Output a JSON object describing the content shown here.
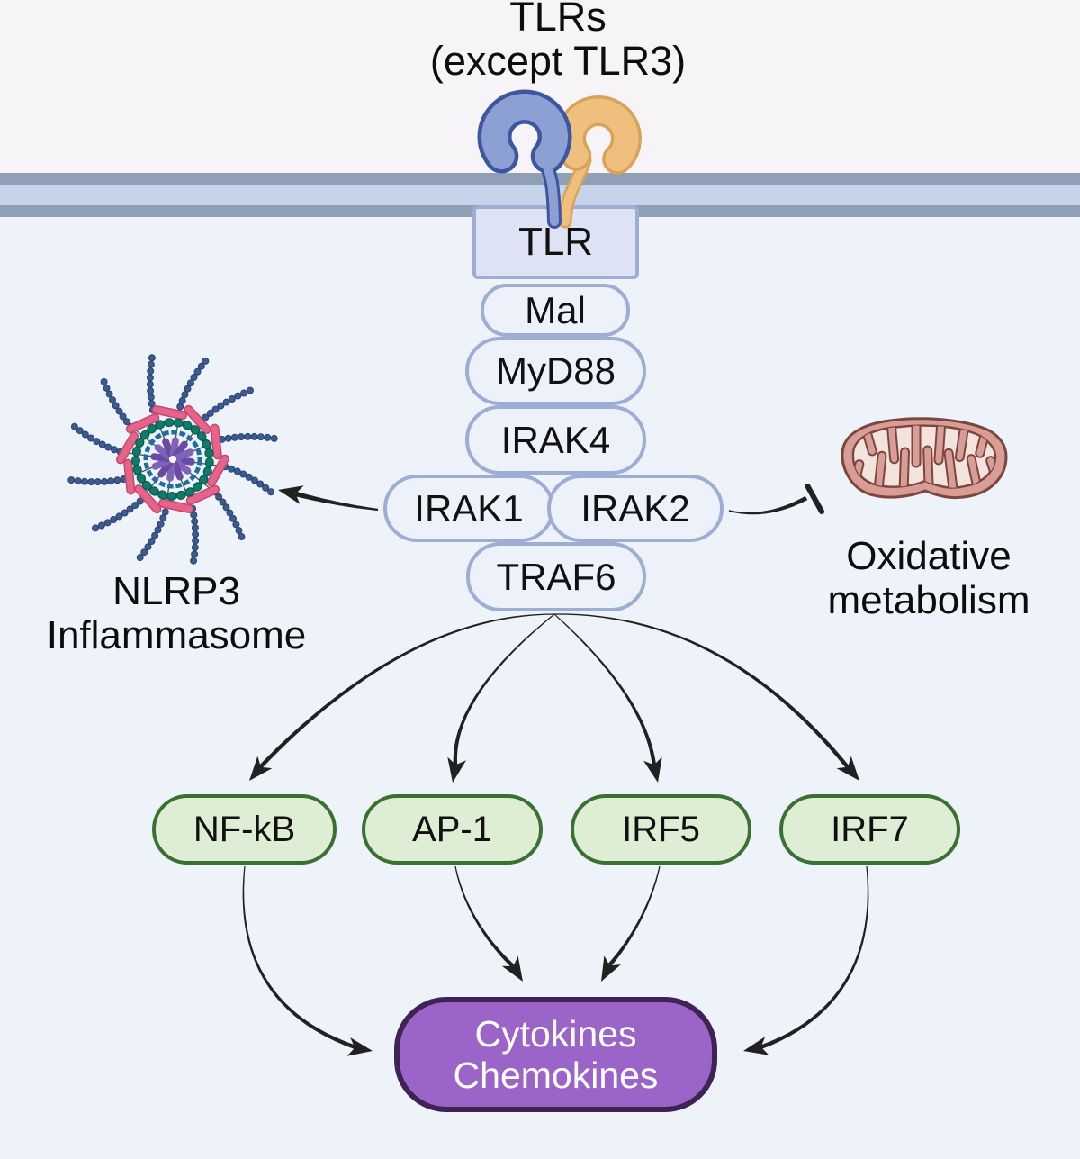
{
  "title": {
    "line1": "TLRs",
    "line2": "(except TLR3)"
  },
  "cascade": {
    "tlr": "TLR",
    "mal": "Mal",
    "myd88": "MyD88",
    "irak4": "IRAK4",
    "irak1": "IRAK1",
    "irak2": "IRAK2",
    "traf6": "TRAF6"
  },
  "targets": {
    "nlrp3": {
      "line1": "NLRP3",
      "line2": "Inflammasome"
    },
    "oxidative": {
      "line1": "Oxidative",
      "line2": "metabolism"
    }
  },
  "transcription_factors": {
    "nfkb": "NF-kB",
    "ap1": "AP-1",
    "irf5": "IRF5",
    "irf7": "IRF7"
  },
  "output": {
    "line1": "Cytokines",
    "line2": "Chemokines"
  },
  "colors": {
    "bg-top": "#f6f4f6",
    "bg-cell": "#edf3f9",
    "mem-dark": "#8fa0b6",
    "mem-light": "#c6d3e8",
    "node-fill": "#edf1f9",
    "node-border": "#9dadd4",
    "tlr-fill": "#dde3f5",
    "green-fill": "#deeed5",
    "green-border": "#3a7031",
    "purple-fill": "#9a64c9",
    "purple-border": "#3f2355",
    "text": "#111111",
    "text-on-purple": "#ffffff",
    "arrow": "#212121"
  }
}
